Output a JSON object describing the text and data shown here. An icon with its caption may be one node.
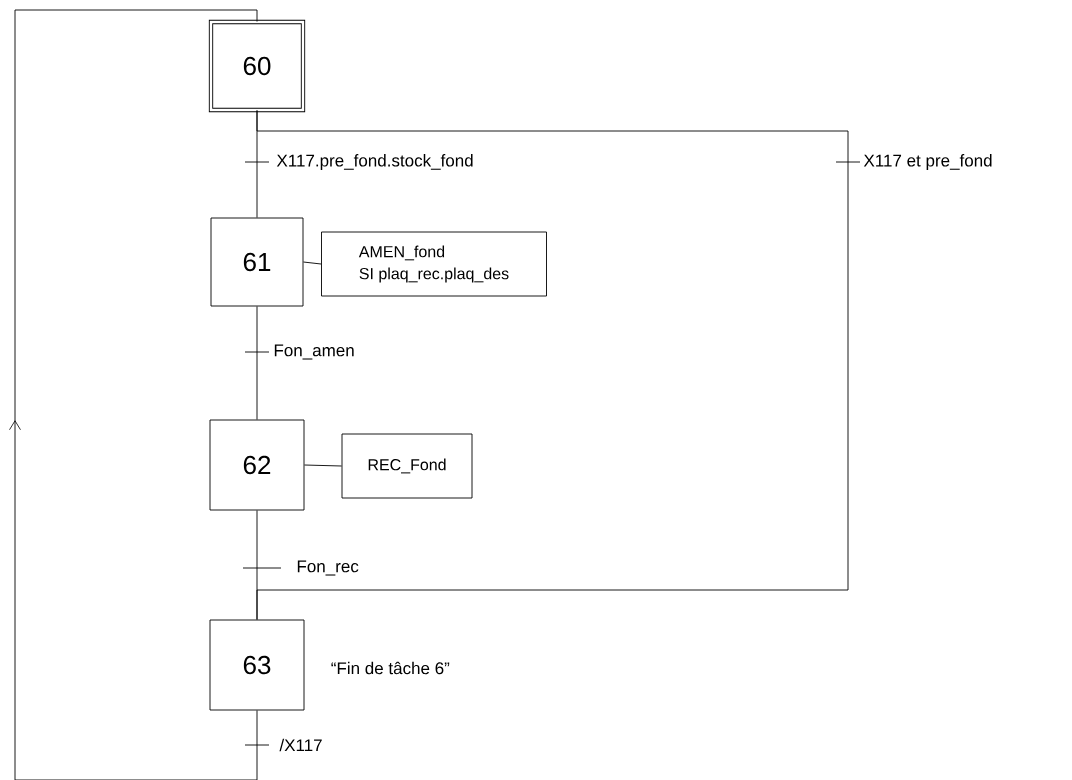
{
  "diagram": {
    "nodes": [
      {
        "text": [
          "60"
        ]
      },
      {
        "text": [
          "61"
        ]
      },
      {
        "text": [
          "AMEN_fond",
          "SI plaq_rec.plaq_des"
        ]
      },
      {
        "text": [
          "62"
        ]
      },
      {
        "text": [
          "REC_Fond"
        ]
      },
      {
        "text": [
          "63"
        ],
        "beside": [
          "“Fin de tâche 6”"
        ]
      }
    ],
    "edges": [
      {
        "from": 0,
        "to": 1,
        "arrow": "none",
        "label": "X117.pre_fond.stock_fond"
      },
      {
        "from": 1,
        "to": 2,
        "arrow": "none"
      },
      {
        "from": 1,
        "to": 3,
        "arrow": "none",
        "label": "Fon_amen"
      },
      {
        "from": 3,
        "to": 4,
        "arrow": "none"
      },
      {
        "from": 3,
        "to": 5,
        "arrow": "none",
        "label": "Fon_rec"
      },
      {
        "from": 0,
        "to": 5,
        "arrow": "none",
        "label": "X117 et pre_fond"
      },
      {
        "from": 5,
        "to": 0,
        "arrow": "to",
        "label": "/X117"
      }
    ]
  }
}
